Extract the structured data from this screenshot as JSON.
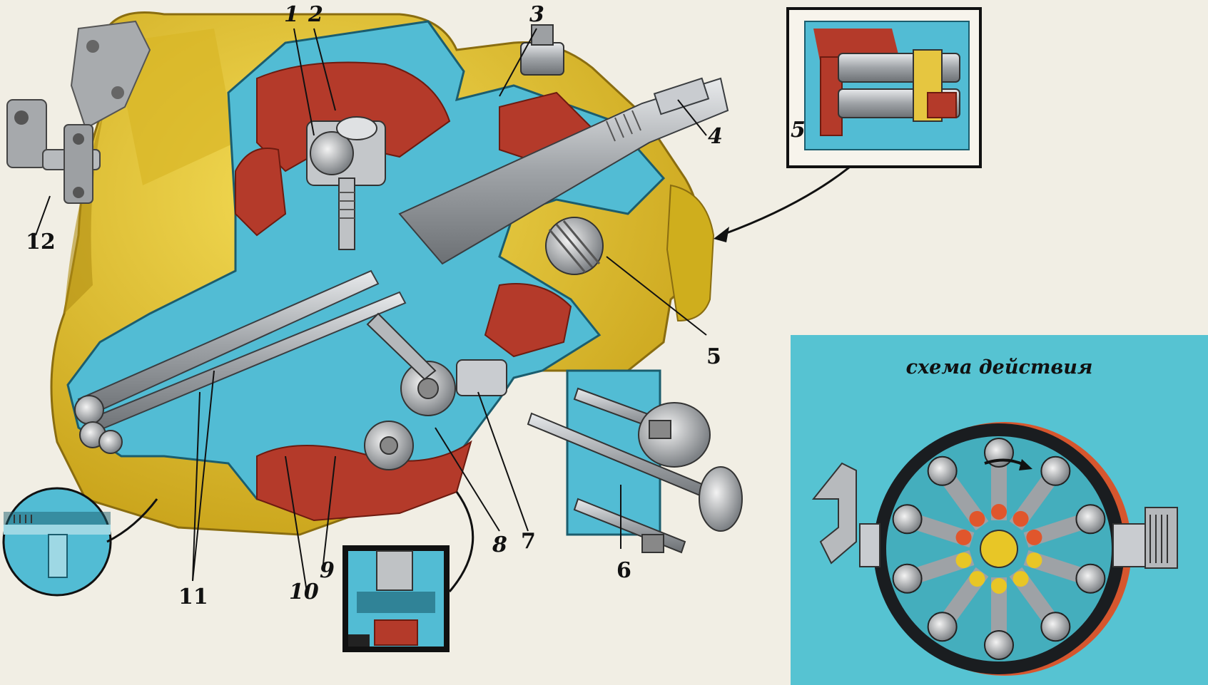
{
  "labels": {
    "l1": "1",
    "l2": "2",
    "l3": "3",
    "l4": "4",
    "l5a": "5",
    "l5b": "5",
    "l6": "6",
    "l7": "7",
    "l8": "8",
    "l9": "9",
    "l10": "10",
    "l11": "11",
    "l12": "12"
  },
  "schematic": {
    "caption": "схема действия"
  },
  "colors": {
    "housing_yellow": "#e2c12a",
    "cutaway_blue": "#52bcd4",
    "chamber_red": "#b43a2a",
    "steel": "#b9bcbf",
    "schematic_bg": "#56c3d2"
  },
  "icons": [
    "pointer-arrow-icon",
    "rotation-arrow-icon"
  ]
}
